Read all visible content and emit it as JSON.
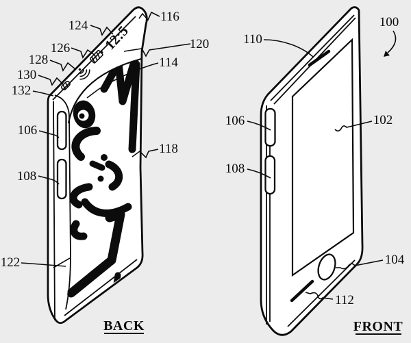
{
  "page": {
    "background_color": "#ececec",
    "ink_color": "#0c0c0c",
    "device_fill": "#ffffff"
  },
  "back_view": {
    "caption": "BACK",
    "edge_display_time": "12:5",
    "edge_icons": [
      "battery-icon",
      "wifi-icon",
      "signal-pill-icon"
    ],
    "ref_labels": {
      "r124": "124",
      "r116": "116",
      "r126": "126",
      "r120": "120",
      "r128": "128",
      "r114": "114",
      "r130": "130",
      "r132": "132",
      "r106": "106",
      "r118": "118",
      "r108": "108",
      "r122": "122"
    }
  },
  "front_view": {
    "caption": "FRONT",
    "ref_labels": {
      "r110": "110",
      "r100": "100",
      "r106": "106",
      "r102": "102",
      "r108": "108",
      "r104": "104",
      "r112": "112"
    }
  }
}
